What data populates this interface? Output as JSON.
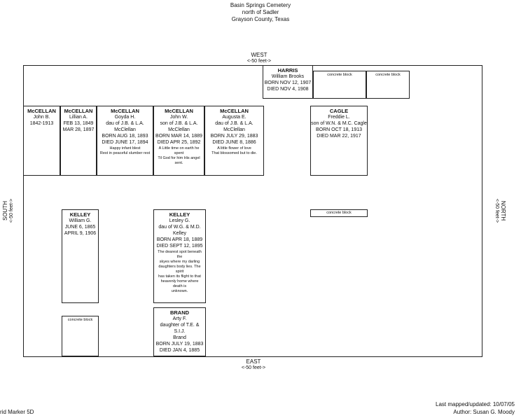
{
  "header": {
    "line1": "Basin Springs Cemetery",
    "line2": "north of Sadler",
    "line3": "Grayson County, Texas"
  },
  "directions": {
    "west": {
      "label": "WEST",
      "distance": "<-50 feet->"
    },
    "east": {
      "label": "EAST",
      "distance": "<-50 feet->"
    },
    "south": {
      "label": "SOUTH",
      "distance": "<-50 feet->"
    },
    "north": {
      "label": "NORTH",
      "distance": "<-50 feet->"
    }
  },
  "plots": {
    "harris": {
      "name": "HARRIS",
      "lines": [
        "William Brooks",
        "BORN NOV 12, 1907",
        "DIED NOV 4, 1908"
      ]
    },
    "concrete1": {
      "label": "concrete block"
    },
    "concrete2": {
      "label": "concrete block"
    },
    "mccellan_john_b": {
      "name": "McCELLAN",
      "lines": [
        "John B.",
        "1842-1913"
      ]
    },
    "mccellan_lillian": {
      "name": "McCELLAN",
      "lines": [
        "Lillian A.",
        "FEB 13, 1849",
        "MAR 28, 1897"
      ]
    },
    "mccellan_goyda": {
      "name": "McCELLAN",
      "lines": [
        "Goyda H.",
        "dau of J.B. & L.A.",
        "McClellan",
        "BORN AUG 18, 1893",
        "DIED JUNE 17, 1894"
      ],
      "epitaph": [
        "Happy infant  blest",
        "Rest in peaceful slumber rest"
      ]
    },
    "mccellan_john_w": {
      "name": "McCELLAN",
      "lines": [
        "John W.",
        "son of J.B. & L.A.",
        "McClellan",
        "BORN MAR 14, 1889",
        "DIED APR 25, 1892"
      ],
      "epitaph": [
        "A Little time on earth he spent",
        "Til God for him His angel",
        "sent."
      ]
    },
    "mccellan_augusta": {
      "name": "McCELLAN",
      "lines": [
        "Augusta E.",
        "dau of J.B. & L.A. McClellan",
        "BORN JULY 29, 1883",
        "DIED JUNE 8, 1886"
      ],
      "epitaph": [
        "A little flower of love",
        "That blossomed but to die."
      ]
    },
    "cagle": {
      "name": "CAGLE",
      "lines": [
        "Freddie L.",
        "son of W.N. & M.C. Cagle",
        "BORN OCT 18, 1913",
        "DIED MAR 22, 1917"
      ]
    },
    "concrete3": {
      "label": "concrete block"
    },
    "kelley_william": {
      "name": "KELLEY",
      "lines": [
        "William G.",
        "JUNE 6, 1865",
        "APRIL 9, 1906"
      ]
    },
    "kelley_lesley": {
      "name": "KELLEY",
      "lines": [
        "Lesley G.",
        "dau of W.G. & M.D.",
        "Kelley",
        "BORN APR 18, 1889",
        "DIED SEPT 12, 1895"
      ],
      "epitaph": [
        "The dearest spot beneath the",
        "skyes where my darling",
        "daughters body lies. The spirit",
        "has taken its flight to that",
        "heavenly home where death is",
        "unknown."
      ]
    },
    "concrete4": {
      "label": "concrete block"
    },
    "brand": {
      "name": "BRAND",
      "lines": [
        "Arty F.",
        "daughter of T.E. & S.I.J.",
        "Brand",
        "BORN JULY 19, 1883",
        "DIED JAN 4, 1885"
      ]
    }
  },
  "footer": {
    "grid_marker": "rid Marker 5D",
    "last_mapped": "Last mapped/updated: 10/07/05",
    "author": "Author:  Susan G. Moody"
  }
}
